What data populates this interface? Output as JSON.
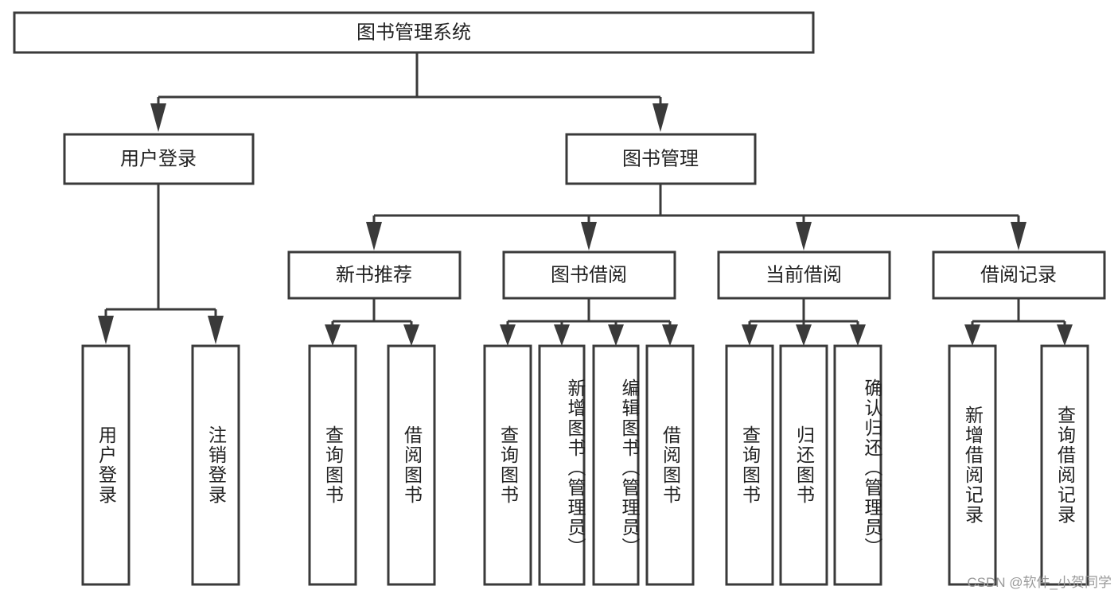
{
  "diagram": {
    "type": "tree",
    "title": "图书管理系统",
    "watermark": "CSDN @软件_小贺同学",
    "colors": {
      "box_stroke": "#3a3a3a",
      "box_fill": "#ffffff",
      "text": "#222222",
      "background": "#ffffff",
      "watermark": "#9a9a9a"
    },
    "levels": {
      "level1": [
        {
          "id": "root",
          "label": "图书管理系统",
          "orientation": "horizontal"
        }
      ],
      "level2": [
        {
          "id": "user_login",
          "label": "用户登录",
          "orientation": "horizontal",
          "parent": "root"
        },
        {
          "id": "book_mgmt",
          "label": "图书管理",
          "orientation": "horizontal",
          "parent": "root"
        }
      ],
      "level3": [
        {
          "id": "new_book_rec",
          "label": "新书推荐",
          "orientation": "horizontal",
          "parent": "book_mgmt"
        },
        {
          "id": "book_borrow",
          "label": "图书借阅",
          "orientation": "horizontal",
          "parent": "book_mgmt"
        },
        {
          "id": "current_borrow",
          "label": "当前借阅",
          "orientation": "horizontal",
          "parent": "book_mgmt"
        },
        {
          "id": "borrow_record",
          "label": "借阅记录",
          "orientation": "horizontal",
          "parent": "book_mgmt"
        }
      ],
      "leaves": [
        {
          "id": "leaf_user_login",
          "label": "用户登录",
          "orientation": "vertical",
          "parent": "user_login"
        },
        {
          "id": "leaf_user_logout",
          "label": "注销登录",
          "orientation": "vertical",
          "parent": "user_login"
        },
        {
          "id": "leaf_query_book_1",
          "label": "查询图书",
          "orientation": "vertical",
          "parent": "new_book_rec"
        },
        {
          "id": "leaf_borrow_book_1",
          "label": "借阅图书",
          "orientation": "vertical",
          "parent": "new_book_rec"
        },
        {
          "id": "leaf_query_book_2",
          "label": "查询图书",
          "orientation": "vertical",
          "parent": "book_borrow"
        },
        {
          "id": "leaf_add_book",
          "label": "新增图书（管理员）",
          "orientation": "vertical",
          "parent": "book_borrow"
        },
        {
          "id": "leaf_edit_book",
          "label": "编辑图书（管理员）",
          "orientation": "vertical",
          "parent": "book_borrow"
        },
        {
          "id": "leaf_borrow_book_2",
          "label": "借阅图书",
          "orientation": "vertical",
          "parent": "book_borrow"
        },
        {
          "id": "leaf_query_book_3",
          "label": "查询图书",
          "orientation": "vertical",
          "parent": "current_borrow"
        },
        {
          "id": "leaf_return_book",
          "label": "归还图书",
          "orientation": "vertical",
          "parent": "current_borrow"
        },
        {
          "id": "leaf_confirm_return",
          "label": "确认归还（管理员）",
          "orientation": "vertical",
          "parent": "current_borrow"
        },
        {
          "id": "leaf_add_record",
          "label": "新增借阅记录",
          "orientation": "vertical",
          "parent": "borrow_record"
        },
        {
          "id": "leaf_query_record",
          "label": "查询借阅记录",
          "orientation": "vertical",
          "parent": "borrow_record"
        }
      ]
    }
  }
}
